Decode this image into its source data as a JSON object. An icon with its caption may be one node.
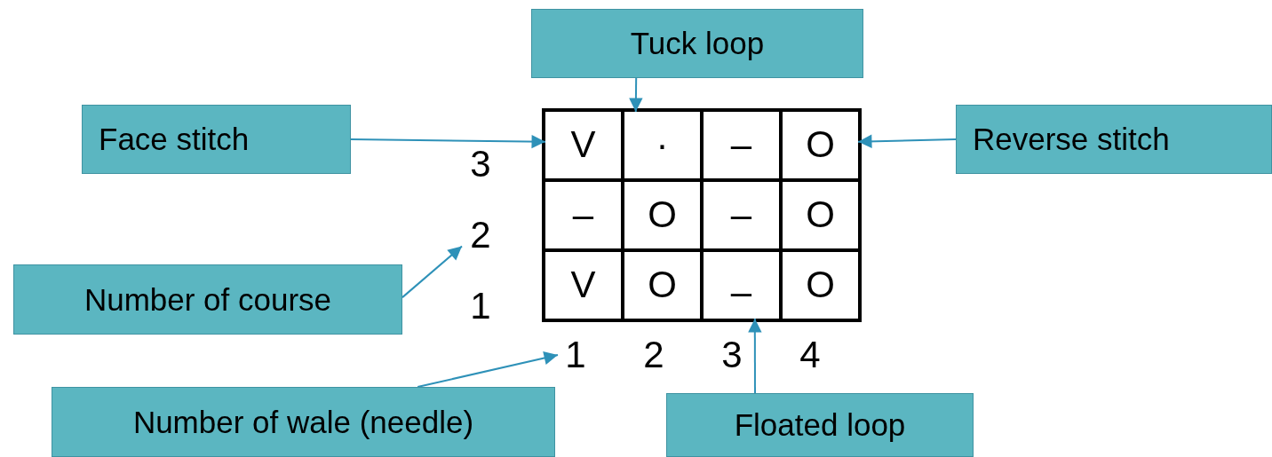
{
  "diagram": {
    "nodes": [
      {
        "text": [
          "Tuck loop"
        ]
      },
      {
        "text": [
          "Face stitch"
        ]
      },
      {
        "text": [
          "Reverse stitch"
        ]
      },
      {
        "text": [
          "V"
        ]
      },
      {
        "text": [
          "·"
        ]
      },
      {
        "text": [
          "–"
        ]
      },
      {
        "text": [
          "O"
        ]
      },
      {
        "text": [
          "3"
        ]
      },
      {
        "text": [
          "–"
        ]
      },
      {
        "text": [
          "O"
        ]
      },
      {
        "text": [
          "–"
        ]
      },
      {
        "text": [
          "O"
        ]
      },
      {
        "text": [
          "2"
        ]
      },
      {
        "text": [
          "Number of course"
        ]
      },
      {
        "text": [
          "V"
        ]
      },
      {
        "text": [
          "O"
        ]
      },
      {
        "text": [
          "–"
        ]
      },
      {
        "text": [
          "O"
        ]
      },
      {
        "text": [
          "1"
        ]
      },
      {
        "text": [
          "1"
        ]
      },
      {
        "text": [
          "2"
        ]
      },
      {
        "text": [
          "3"
        ]
      },
      {
        "text": [
          "4"
        ]
      },
      {
        "text": [
          "Number of wale (needle)"
        ]
      },
      {
        "text": [
          "Floated loop"
        ]
      }
    ],
    "edges": [
      {
        "from": 1,
        "to": 3,
        "arrow": "to"
      },
      {
        "from": 0,
        "to": 4,
        "arrow": "to"
      },
      {
        "from": 2,
        "to": 6,
        "arrow": "to"
      },
      {
        "from": 13,
        "to": 12,
        "arrow": "to"
      },
      {
        "from": 23,
        "to": 19,
        "arrow": "to"
      },
      {
        "from": 24,
        "to": 16,
        "arrow": "to"
      }
    ]
  }
}
